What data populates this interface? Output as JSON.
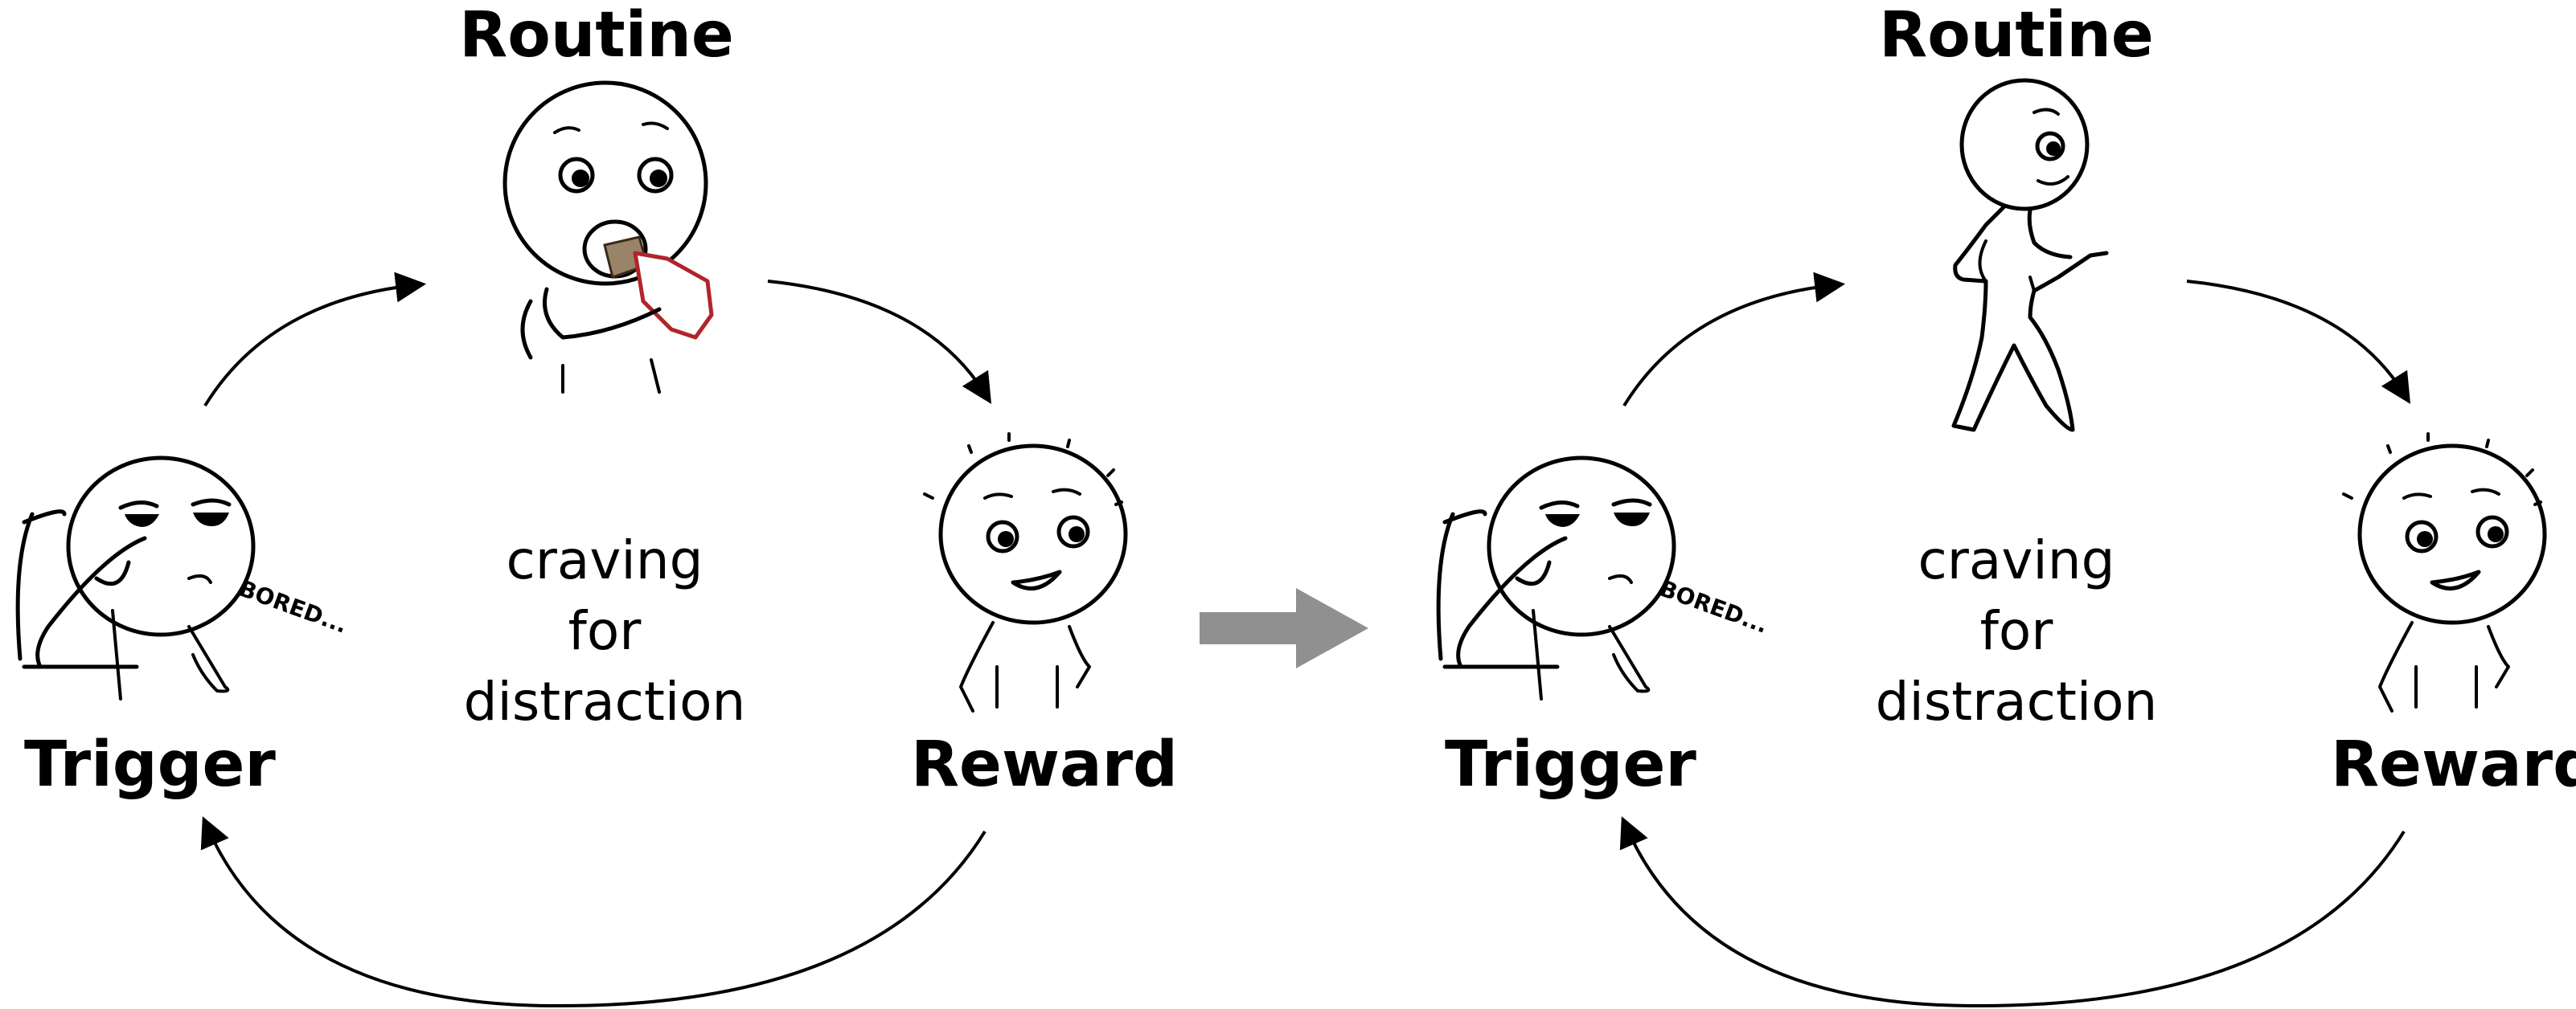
{
  "loops": [
    {
      "routine": "Routine",
      "trigger": "Trigger",
      "reward": "Reward",
      "center_lines": [
        "craving",
        "for",
        "distraction"
      ],
      "trigger_note": "BORED...",
      "routine_figure": "eating-snack"
    },
    {
      "routine": "Routine",
      "trigger": "Trigger",
      "reward": "Reward",
      "center_lines": [
        "craving",
        "for",
        "distraction"
      ],
      "trigger_note": "BORED...",
      "routine_figure": "walking"
    }
  ],
  "colors": {
    "ink": "#000000",
    "transition_arrow": "#909090",
    "snack_wrapper": "#b0252a",
    "snack_bar": "#9a8468"
  }
}
